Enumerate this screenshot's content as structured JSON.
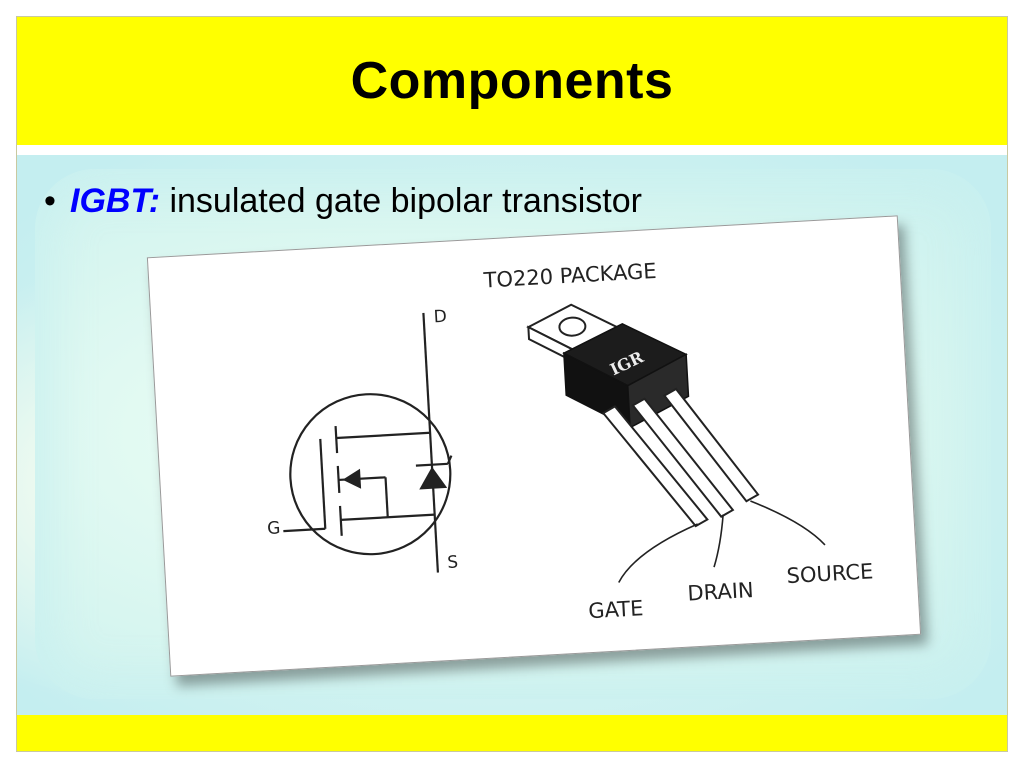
{
  "slide": {
    "title": "Components",
    "bullet": {
      "term": "IGBT:",
      "text": " insulated gate bipolar transistor"
    }
  },
  "figure": {
    "package_label": "TO220 PACKAGE",
    "pin_labels": [
      "GATE",
      "DRAIN",
      "SOURCE"
    ],
    "symbol_labels": {
      "drain": "D",
      "gate": "G",
      "source": "S"
    },
    "logo_text": "IGR"
  },
  "colors": {
    "header": "#ffff00",
    "footer": "#ffff00",
    "term": "#0000ff"
  }
}
